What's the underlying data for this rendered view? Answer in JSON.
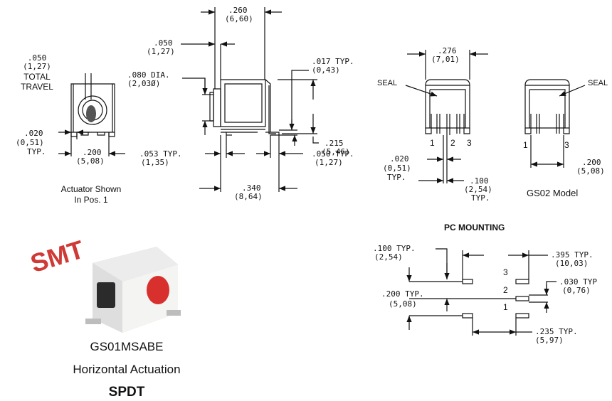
{
  "actuator_view": {
    "travel_dim": ".050",
    "travel_dim_mm": "(1,27)",
    "travel_label_1": "TOTAL",
    "travel_label_2": "TRAVEL",
    "width_dim": ".020",
    "width_dim_mm": "(0,51)",
    "width_typ": "TYP.",
    "pitch_dim": ".200",
    "pitch_dim_mm": "(5,08)",
    "caption_1": "Actuator Shown",
    "caption_2": "In Pos. 1"
  },
  "side_view": {
    "overall_dim": ".260",
    "overall_dim_mm": "(6,60)",
    "offset_dim": ".050",
    "offset_dim_mm": "(1,27)",
    "dia_dim": ".080 DIA.",
    "dia_dim_mm": "(2,03Ø)",
    "thick_dim": ".017 TYP.",
    "thick_dim_mm": "(0,43)",
    "height_dim": ".215",
    "height_dim_mm": "(5,46)",
    "lead_dim": ".053 TYP.",
    "lead_dim_mm": "(1,35)",
    "foot_dim": ".050 TYP.",
    "foot_dim_mm": "(1,27)",
    "length_dim": ".340",
    "length_dim_mm": "(8,64)"
  },
  "front_view": {
    "width_dim": ".276",
    "width_dim_mm": "(7,01)",
    "seal_label": "SEAL",
    "pin_1": "1",
    "pin_2": "2",
    "pin_3": "3",
    "lead_dim": ".020",
    "lead_dim_mm": "(0,51)",
    "lead_typ": "TYP.",
    "pitch_dim": ".100",
    "pitch_dim_mm": "(2,54)",
    "pitch_typ": "TYP."
  },
  "gs02_view": {
    "seal_label": "SEAL",
    "pin_1": "1",
    "pin_3": "3",
    "pitch_dim": ".200",
    "pitch_dim_mm": "(5,08)",
    "caption": "GS02 Model"
  },
  "pc_mounting": {
    "title": "PC MOUNTING",
    "pad_pitch_dim": ".100 TYP.",
    "pad_pitch_dim_mm": "(2,54)",
    "span_dim": ".395 TYP.",
    "span_dim_mm": "(10,03)",
    "pad_width_dim": ".030 TYP",
    "pad_width_dim_mm": "(0,76)",
    "row_pitch_dim": ".200 TYP.",
    "row_pitch_dim_mm": "(5,08)",
    "gap_dim": ".235 TYP.",
    "gap_dim_mm": "(5,97)",
    "pin_1": "1",
    "pin_2": "2",
    "pin_3": "3"
  },
  "product": {
    "badge": "SMT",
    "badge_color": "#cf3a36",
    "model": "GS01MSABE",
    "actuation": "Horizontal Actuation",
    "type": "SPDT"
  }
}
